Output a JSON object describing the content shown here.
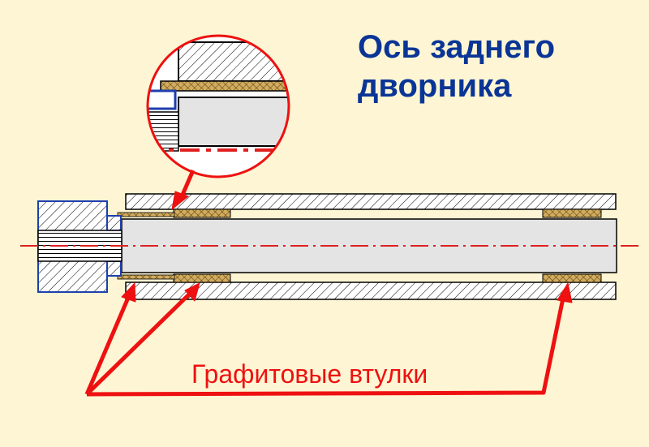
{
  "title": {
    "line1": "Ось заднего",
    "line2": "дворника"
  },
  "caption": "Графитовые втулки",
  "colors": {
    "background": "#fdf5d3",
    "title": "#0a3596",
    "callout": "#ee1111",
    "bushing": "#c8a050",
    "axis": "#e02020",
    "washer": "#1e3fae",
    "shaft": "#e4e4e4",
    "outline": "#000000"
  },
  "icons": {
    "magnifier": "circle-zoom-detail",
    "pointer": "arrow"
  }
}
